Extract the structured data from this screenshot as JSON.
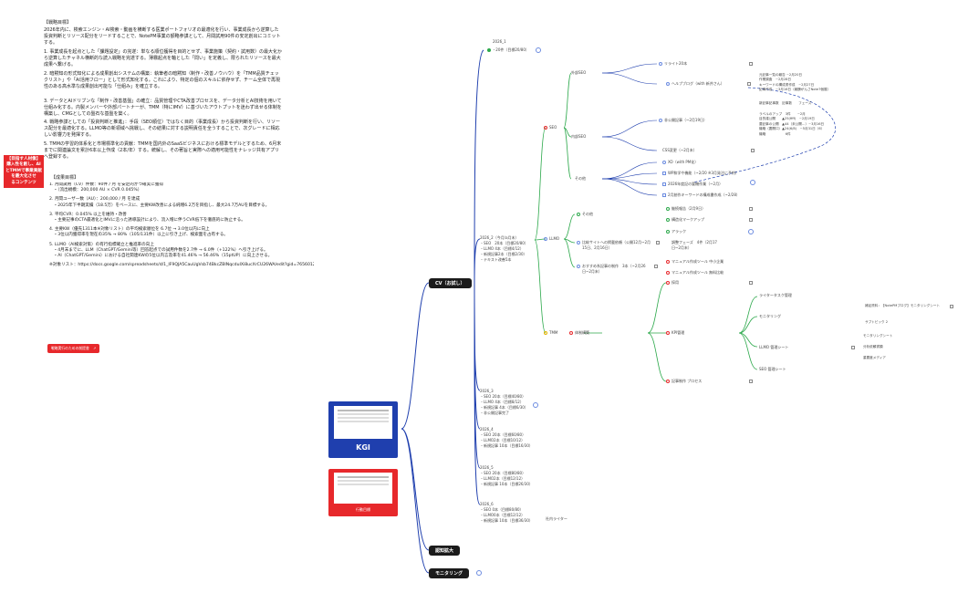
{
  "left_text": {
    "heading": "【戦略目標】",
    "p1": "2026年内に、検索エンジン・AI検索・動画を横断する医業ポートフォリオの最適化を行い、事業成長から逆算した投資判断とリソース配分をリードすることで、NotePM事業の額略参謀として、月間試用90件の安定創出にコミットする。",
    "p2": "1. 事業成長を起点とした「課題設定」の完遂：単なる順位獲得を目的とせず、事業施策（契約・試用数）の最大化から逆算したチャネル横断的な読入戦略を完遂する。薄霧起点を軸とした「問い」を定義し、限られたリソースを最大成果へ繋げる。",
    "p3": "2. 暗黙知の形式知化による成果創出システムの構築：執筆者の暗黙知（制作・改善ノウハウ）を「TMM品質チェックリスト」や「AI活用フロー」として形式知化する。これにより、特定の個のスキルに依存せず、チーム全体で再現性のある高水準な成果創出可能な「仕組み」を確立する。",
    "p4": "3. データとAIドリブンな「制作・改善基盤」の確立：品質管理やCTA改善プロセスを、データ分析とAI技術を用いて仕組み化する。内製メンバーや外部パートナーが、TMM（特にIMV）に基づいたアウトプットを迷わず出せる体制を構築し、CMGとしての盤石な基盤を築く。",
    "p5": "4. 戦略参謀としての「投資判断と推進」：手段（SEO順位）ではなく目的（事業成長）から投資判断を行い、リソース配分を最適化する。LLMO等の新領域へ挑戦し、その結果に対する説明責任を全うすることで、次グレードに相応しい影響力を発揮する。",
    "p6": "5. TMMの学習的体系化と市場標準化の貢献：TMMを国内外のSaaSビジネスにおける標準モデルとするため、6月末までに関連論文を累計6本以上作成（2本/年）する。統解し、その著旨と実際への適用可能性をナレッジ共有アプリへ登録する。",
    "kpi_heading": "【成果目標】",
    "kpi": [
      "1. 月間試用（CV）件数：90件 / 月 を安定的かつ確実に獲得",
      "　・（流出規模：200,000 AU × CVR 0.045%）",
      "",
      "2. 月間ユーザー数（AU）：200,000 / 月 を達成",
      "　・2025年下半期実績（18.5万）をベースに、主要KW改善による純増6.2万を目指し、最大24.7万AUを目標する。",
      "",
      "3. 平均CVR：0.045% 以上を維持・改善",
      "　・主要記事のCTA最適化とIMVに沿った誘導設計により、流入増に伴うCVR低下を徹底的に防止する。",
      "",
      "4. 主要KW（優先1311本※対象リスト）の平均検索順位を 6.7位 → 3.0位以内に向上",
      "　・3位以内獲得率を現在の35% → 80%（105/131件）以上に引き上げ、検索面を占有する。",
      "",
      "5. LLMO（AI検索対策）の有行指標確立と推進率の向上",
      "　・4月末までに、LLM（ChatGPT/Gemini等）回答起点での試用件数を2.7件 → 6.0件（+122%）へ引き上げる。",
      "　・AI（ChatGPT/Gemini）における自社関連KWの5位以内言及率を41.46% → 56.46%（15ptUP）に向上させる。",
      "",
      "※対象リスト：https://docs.google.com/spreadsheets/d/1_IF9QJA5CauUgVsb74BkcZBINqcduIXi8ucXrCU26WA/edit?gid=765601209#gid=765601209"
    ]
  },
  "target_note": {
    "lines": [
      "【目指す人材像】",
      "購入性を創し、AIとTMMで事業貢献",
      "を最大化させ",
      "るコンテンツ"
    ]
  },
  "red_button": "戦略実行のための前提書",
  "root_nodes": {
    "cv": "CV（お試し）",
    "awareness": "認知拡大",
    "monitoring": "モニタリング"
  },
  "thumbs": {
    "kgi_label": "KGI",
    "action_label": "行動目標"
  },
  "top_branch": {
    "label": "2026_1",
    "sub": "・20件（目標20/80）"
  },
  "seo": {
    "label": "SEO",
    "external": "外部SEO",
    "internal": "内部SEO",
    "other": "その他",
    "rewrite": "リライト20本",
    "helpblog": "ヘルプブログ（with 新井さん）",
    "helpblog_notes": [
      "元記事一覧の報告 ~2月20日",
      "作業調査　~2月28日",
      "キーワードの構成書作成　~2月27日",
      "記事作成　~3月16日（報酬がんさNote7個展）"
    ],
    "new_articles": "新記事記事数　記事数　　フェーズ",
    "new_articles_notes": [
      "ラベルのアップ　3件　　~2月",
      "目的達公開　　▲25(ffff)　~2月19日",
      "要記事の公開　▲44（未公開…）~3月16日",
      "機略（要開口）▲24(6/8)　~5月31日（6）",
      "機略　　　　　　6件"
    ],
    "plan_article": "非公開記事（~2月19日）",
    "css": "CSS変更（~2月末）",
    "other_items": [
      "XO（with PM化）",
      "WP和学や機能（~2/20 ※3月発注に予約）",
      "2026年度記の要機作業（~2月）",
      "2月創作キーワードの構成書作成（~2/28）"
    ]
  },
  "llmo": {
    "label": "LLMO",
    "other": "その他",
    "compare": "比較サイトへの掲載依頼（公開12月~2月15日、2月16日）",
    "recommend": "おすすめ系記事の制作　3本（~2月26日~2月末）",
    "other_items": [
      "継続報告（2月9日）",
      "構造化マークアップ"
    ],
    "apply_items": [
      "アラック",
      "調整フェーズ　4件（2月17日~2月末）"
    ],
    "manual_items": [
      "マニュアル作成ツール 中小企業",
      "マニュアル作成ツール 無料比較"
    ]
  },
  "tmm": {
    "label": "TMM",
    "sub": "体制構築",
    "kpi": "KPI管理",
    "recruit": "採用",
    "writer_mgmt": "ライタータスク管理",
    "monitoring": "モニタリング",
    "llmo_sheet": "LLMO 管理シート",
    "seo_sheet": "SEO 管理シート",
    "article_process": "記事制作 プロセス",
    "monitor_items": [
      "補足資料：【NotePMブログ】モニタリングシート",
      "サブトピック 2"
    ],
    "llmo_items": [
      "モニタリングシート",
      "分析依頼書類",
      "重要度メディア"
    ]
  },
  "monthly": {
    "main_label": "2026_2（今月/a月末）",
    "main_items": [
      "・SEO　20本（目標20/80）",
      "・LLMO 4本（目標4/12）",
      "・新規記事2本（目標2/30）",
      "・テキスト改善5本"
    ],
    "m3_label": "2026_3",
    "m3_items": [
      "・SEO 20本（目標40/80）",
      "・LLMO 4本（目標8/12）",
      "・新規記事 4本（目標6/30）",
      "・非公開記事完了"
    ],
    "m4_label": "2026_4",
    "m4_items": [
      "・SEO 20本（目標60/80）",
      "・LLMO2本（目標10/12）",
      "・新規記事 10本（目標16/30）"
    ],
    "m5_label": "2026_5",
    "m5_items": [
      "・SEO 20本（目標80/80）",
      "・LLMO2本（目標12/12）",
      "・新規記事 10本（目標26/30）"
    ],
    "m6_label": "2026_6",
    "m6_items": [
      "・SEO 0本（目標80/80）",
      "・LLMO0本（目標12/12）",
      "・新規記事 10本（目標36/30）"
    ],
    "m6_side": "社内ライター"
  },
  "colors": {
    "accent_red": "#e7282b",
    "node_dark": "#1b1b1b",
    "branch_blue": "#1f3fae",
    "branch_green": "#2ba84a"
  }
}
